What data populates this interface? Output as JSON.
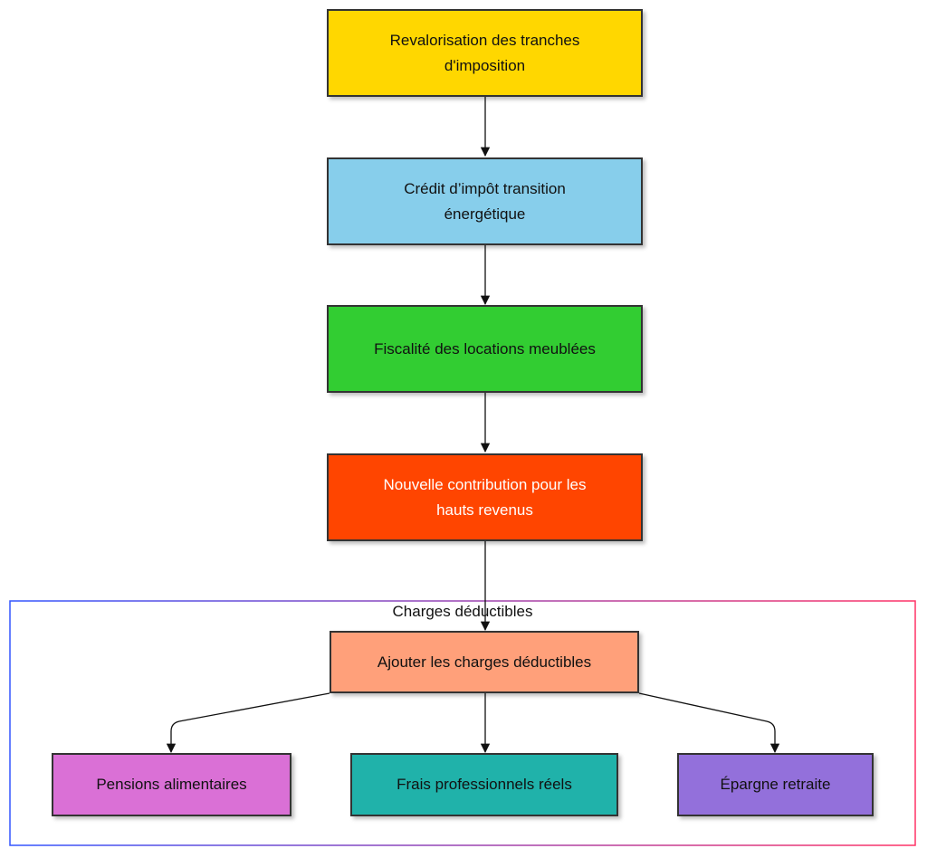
{
  "nodes": {
    "revalorisation": {
      "label": "Revalorisation des tranches d'imposition",
      "color": "#FFD700"
    },
    "credit_impot": {
      "label": "Crédit d’impôt transition énergétique",
      "color": "#87CEEB"
    },
    "fiscalite_locations": {
      "label": "Fiscalité des locations meublées",
      "color": "#32CD32"
    },
    "contribution_hauts_revenus": {
      "label": "Nouvelle contribution pour les hauts revenus",
      "color": "#FF4500",
      "text_color": "#FFFFFF"
    },
    "ajouter_charges": {
      "label": "Ajouter les charges déductibles",
      "color": "#FFA07A"
    },
    "pensions": {
      "label": "Pensions alimentaires",
      "color": "#DA70D6"
    },
    "frais_pro": {
      "label": "Frais professionnels réels",
      "color": "#20B2AA"
    },
    "epargne": {
      "label": "Épargne retraite",
      "color": "#9370DB"
    }
  },
  "cluster": {
    "label": "Charges déductibles",
    "border_gradient": [
      "#3355FF",
      "#FF3366"
    ]
  },
  "edges": [
    {
      "from": "revalorisation",
      "to": "credit_impot"
    },
    {
      "from": "credit_impot",
      "to": "fiscalite_locations"
    },
    {
      "from": "fiscalite_locations",
      "to": "contribution_hauts_revenus"
    },
    {
      "from": "contribution_hauts_revenus",
      "to": "ajouter_charges"
    },
    {
      "from": "ajouter_charges",
      "to": "pensions"
    },
    {
      "from": "ajouter_charges",
      "to": "frais_pro"
    },
    {
      "from": "ajouter_charges",
      "to": "epargne"
    }
  ]
}
